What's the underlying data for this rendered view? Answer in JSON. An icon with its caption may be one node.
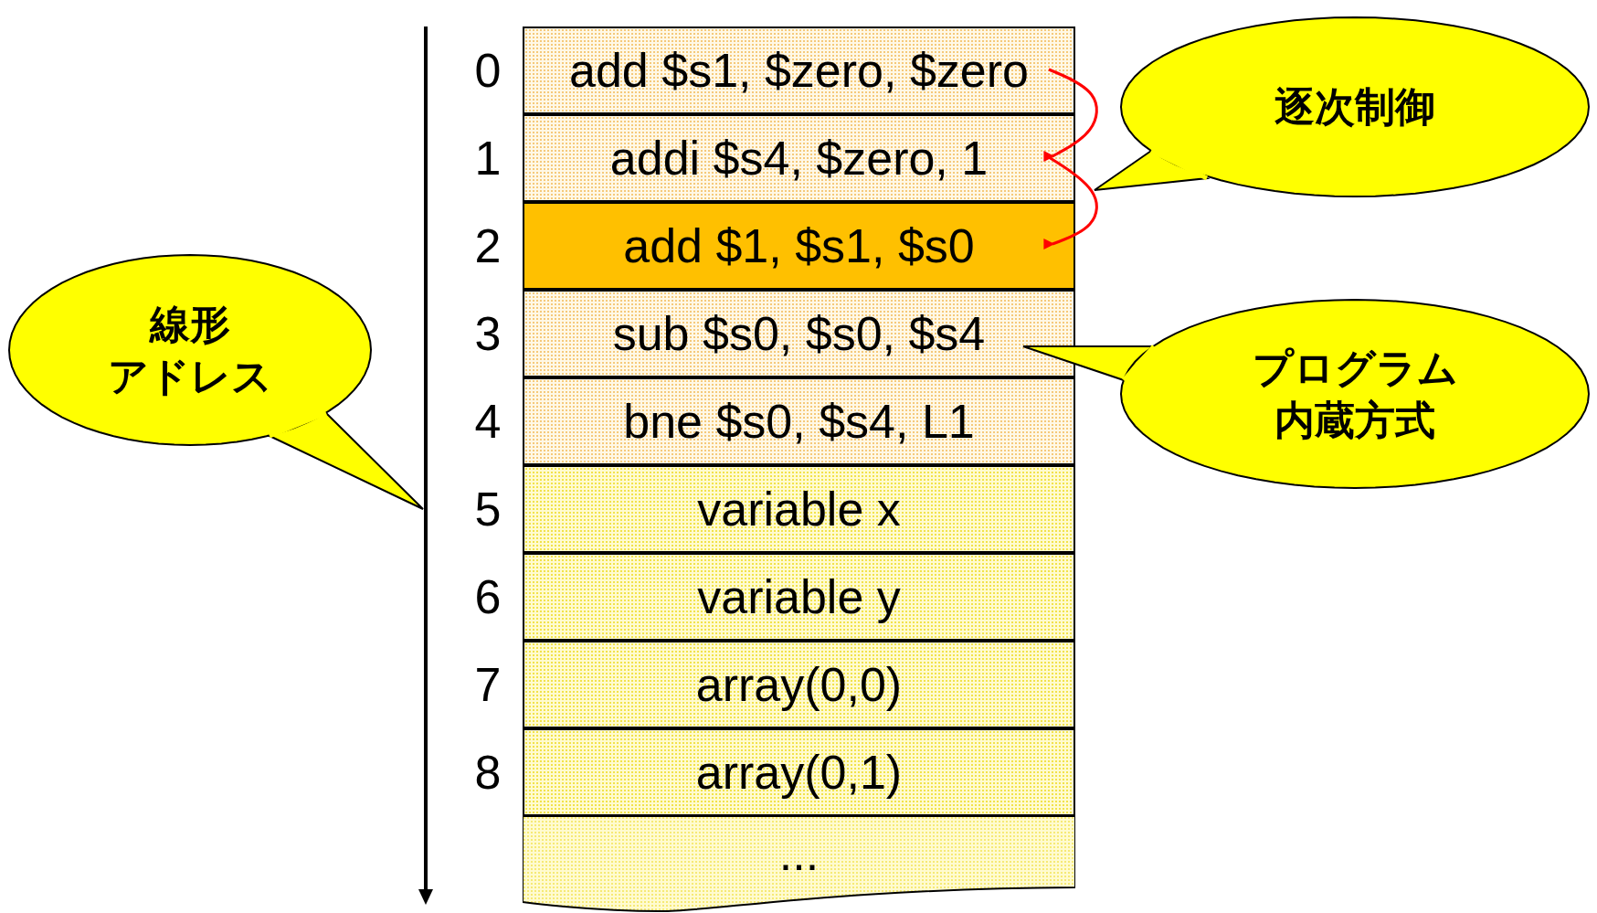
{
  "diagram": {
    "nodes": [
      {
        "text": [
          "add $s1, $zero, $zero"
        ],
        "beside": [
          "0"
        ]
      },
      {
        "text": [
          "addi $s4, $zero, 1"
        ],
        "beside": [
          "1"
        ]
      },
      {
        "text": [
          "add $1, $s1, $s0"
        ],
        "beside": [
          "2"
        ]
      },
      {
        "text": [
          "sub $s0, $s0, $s4"
        ],
        "beside": [
          "3"
        ]
      },
      {
        "text": [
          "bne $s0, $s4, L1"
        ],
        "beside": [
          "4"
        ]
      },
      {
        "text": [
          "variable x"
        ],
        "beside": [
          "5"
        ]
      },
      {
        "text": [
          "variable y"
        ],
        "beside": [
          "6"
        ]
      },
      {
        "text": [
          "array(0,0)"
        ],
        "beside": [
          "7"
        ]
      },
      {
        "text": [
          "array(0,1)"
        ],
        "beside": [
          "8"
        ]
      },
      {
        "text": [
          "..."
        ]
      },
      {
        "text": [
          "逐次制御"
        ]
      },
      {
        "text": [
          "線形アドレス"
        ]
      },
      {
        "text": [
          "プログラム内蔵方式"
        ]
      }
    ],
    "edges": [
      {
        "from": 0,
        "to": 1,
        "arrow": "to",
        "color": "#ff0000"
      },
      {
        "from": 1,
        "to": 2,
        "arrow": "to",
        "color": "#ff0000"
      }
    ]
  }
}
